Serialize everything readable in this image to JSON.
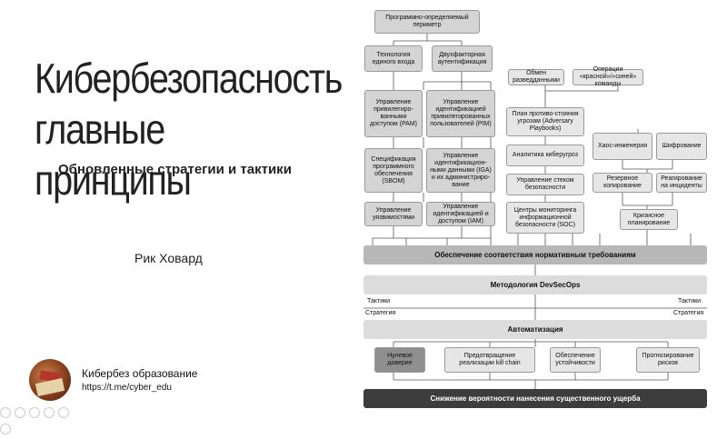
{
  "slide": {
    "title_line1": "Кибербезопасность",
    "title_line2": "главные принципы",
    "subtitle": "Обновленные стратегии и тактики",
    "author": "Рик Ховард"
  },
  "brand": {
    "name": "Кибербез образование",
    "link": "https://t.me/cyber_edu"
  },
  "diagram": {
    "perimeter": "Программно-определяемый периметр",
    "sso": "Технология единого входа",
    "mfa": "Двухфакторная аутентификация",
    "pam": "Управление привилегиро-ванными доступом (PAM)",
    "pim": "Управление идентификацией привилегированных пользователей (PIM)",
    "sbom": "Спецификация программного обеспечения (SBOM)",
    "iga": "Управление идентификацион-ными данными (IGA) и их администриро-вание",
    "vuln": "Управление уязвимостями",
    "iam": "Управление идентификацией и доступом (IAM)",
    "intel_share": "Обмен разведданными",
    "red_blue": "Операции «красной»/«синей» команды",
    "adversary": "План противо-стояния угрозам (Adversary Playbooks)",
    "intel_analytics": "Аналитика киберугроз",
    "stack": "Управление стеком безопасности",
    "soc": "Центры мониторинга информационной безопасности (SOC)",
    "chaos": "Хаос-инженерия",
    "encryption": "Шифрование",
    "backup": "Резервное копирование",
    "incident": "Реагирование на инциденты",
    "crisis": "Кризисное планирование",
    "compliance": "Обеспечение соответствия нормативным требованиям",
    "devsecops": "Методология DevSecOps",
    "tactics_left": "Тактики",
    "strategy_left": "Стратегия",
    "tactics_right": "Тактики",
    "strategy_right": "Стратегия",
    "automation": "Автоматизация",
    "zero_trust": "Нулевое доверие",
    "kill_chain": "Предотвращение реализации kill chain",
    "resilience": "Обеспечение устойчивости",
    "risk": "Прогнозирование рисков",
    "goal": "Снижение вероятности нанесения существенного ущерба"
  }
}
